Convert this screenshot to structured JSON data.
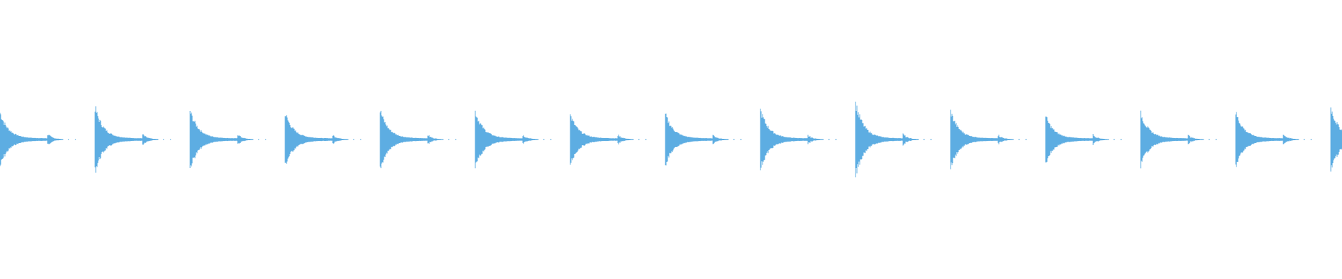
{
  "waveform": {
    "color": "#5dade2",
    "background": "#ffffff",
    "hit_count": 15,
    "hits": [
      {
        "peak": 0.42,
        "tail": 0.1
      },
      {
        "peak": 0.5,
        "tail": 0.09
      },
      {
        "peak": 0.45,
        "tail": 0.09
      },
      {
        "peak": 0.41,
        "tail": 0.08
      },
      {
        "peak": 0.45,
        "tail": 0.08
      },
      {
        "peak": 0.44,
        "tail": 0.08
      },
      {
        "peak": 0.38,
        "tail": 0.08
      },
      {
        "peak": 0.39,
        "tail": 0.08
      },
      {
        "peak": 0.46,
        "tail": 0.07
      },
      {
        "peak": 0.57,
        "tail": 0.09
      },
      {
        "peak": 0.44,
        "tail": 0.08
      },
      {
        "peak": 0.36,
        "tail": 0.08
      },
      {
        "peak": 0.4,
        "tail": 0.07
      },
      {
        "peak": 0.42,
        "tail": 0.09
      },
      {
        "peak": 0.5,
        "tail": 0.0
      }
    ]
  }
}
